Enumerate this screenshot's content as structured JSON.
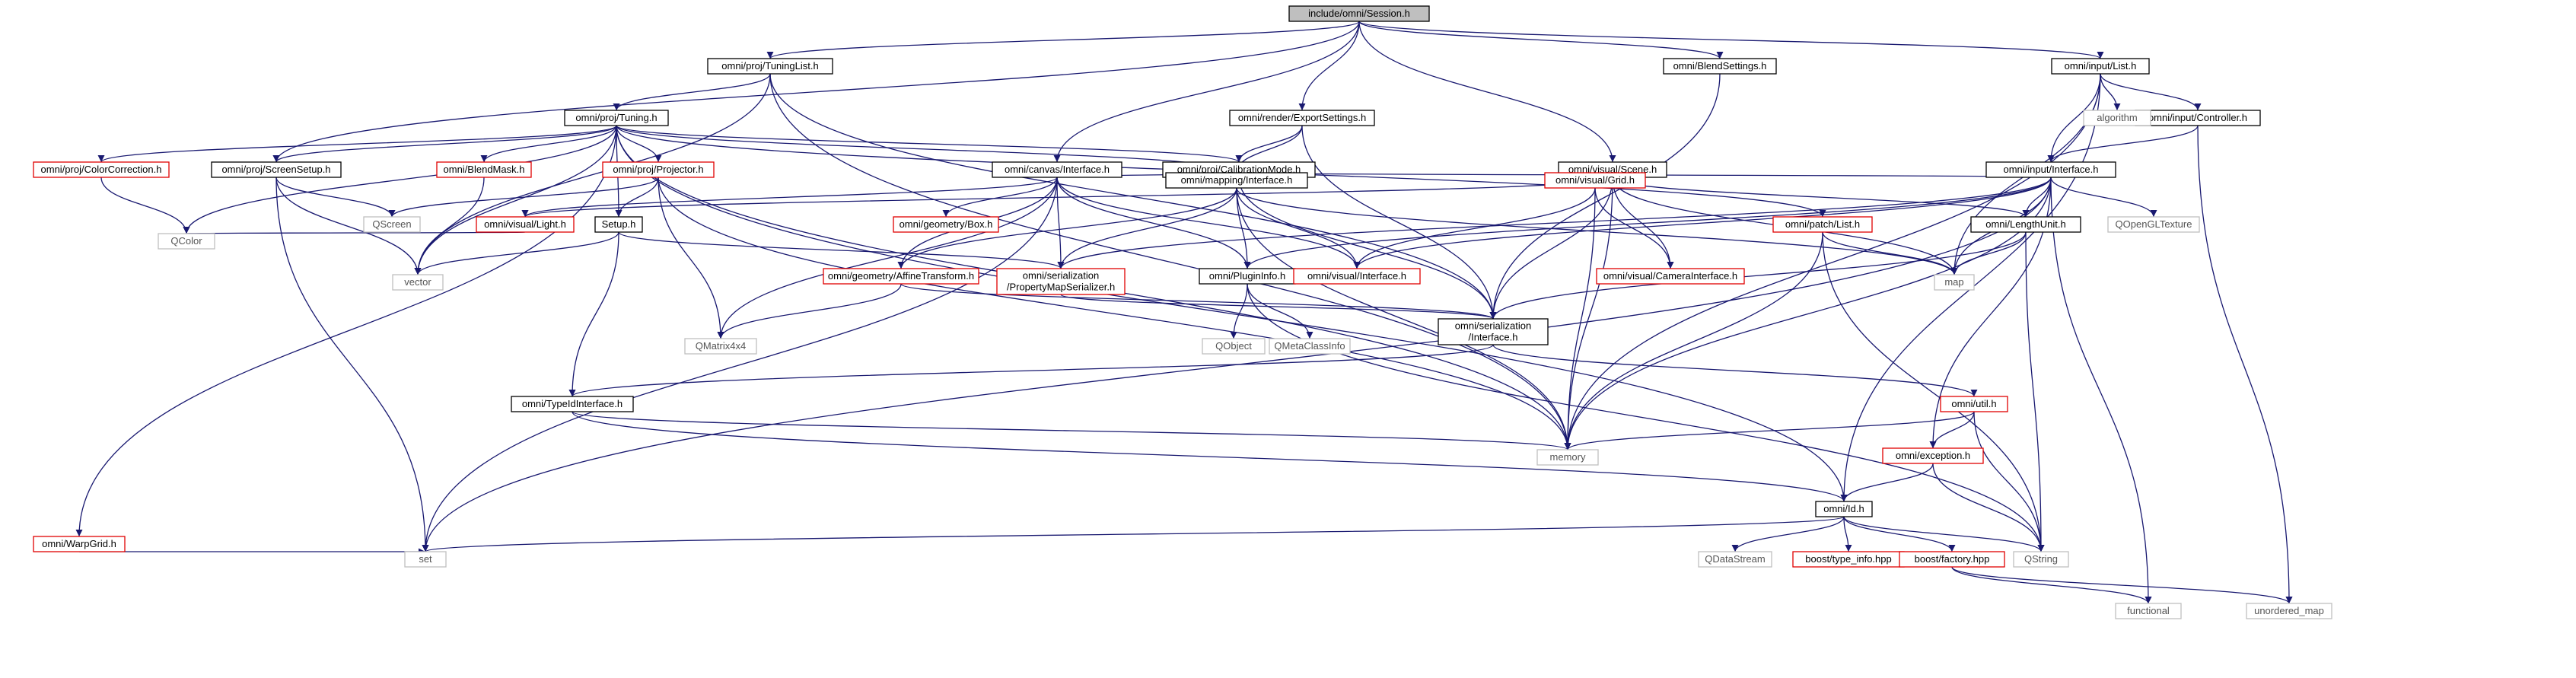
{
  "diagram": {
    "nodes": [
      {
        "id": "session",
        "label": "include/omni/Session.h",
        "kind": "root"
      },
      {
        "id": "tuninglist",
        "label": "omni/proj/TuningList.h",
        "kind": "normal"
      },
      {
        "id": "tuning",
        "label": "omni/proj/Tuning.h",
        "kind": "normal"
      },
      {
        "id": "screensetup",
        "label": "omni/proj/ScreenSetup.h",
        "kind": "normal"
      },
      {
        "id": "colorcorrection",
        "label": "omni/proj/ColorCorrection.h",
        "kind": "red"
      },
      {
        "id": "blendmask",
        "label": "omni/BlendMask.h",
        "kind": "red"
      },
      {
        "id": "projector",
        "label": "omni/proj/Projector.h",
        "kind": "red"
      },
      {
        "id": "calibmode",
        "label": "omni/proj/CalibrationMode.h",
        "kind": "normal"
      },
      {
        "id": "exportsettings",
        "label": "omni/render/ExportSettings.h",
        "kind": "normal"
      },
      {
        "id": "canvas",
        "label": "omni/canvas/Interface.h",
        "kind": "normal"
      },
      {
        "id": "box",
        "label": "omni/geometry/Box.h",
        "kind": "red"
      },
      {
        "id": "mapping",
        "label": "omni/mapping/Interface.h",
        "kind": "normal"
      },
      {
        "id": "affine",
        "label": "omni/geometry/AffineTransform.h",
        "kind": "red"
      },
      {
        "id": "pmserializer",
        "label": [
          "omni/serialization",
          "/PropertyMapSerializer.h"
        ],
        "kind": "red"
      },
      {
        "id": "plugininfo",
        "label": "omni/PluginInfo.h",
        "kind": "normal"
      },
      {
        "id": "visualiface",
        "label": "omni/visual/Interface.h",
        "kind": "red"
      },
      {
        "id": "blendsettings",
        "label": "omni/BlendSettings.h",
        "kind": "normal"
      },
      {
        "id": "scene",
        "label": "omni/visual/Scene.h",
        "kind": "normal"
      },
      {
        "id": "grid",
        "label": "omni/visual/Grid.h",
        "kind": "red"
      },
      {
        "id": "camera",
        "label": "omni/visual/CameraInterface.h",
        "kind": "red"
      },
      {
        "id": "light",
        "label": "omni/visual/Light.h",
        "kind": "red"
      },
      {
        "id": "setup",
        "label": "Setup.h",
        "kind": "normal"
      },
      {
        "id": "inputlist",
        "label": "omni/input/List.h",
        "kind": "normal"
      },
      {
        "id": "controller",
        "label": "omni/input/Controller.h",
        "kind": "normal"
      },
      {
        "id": "inputiface",
        "label": "omni/input/Interface.h",
        "kind": "normal"
      },
      {
        "id": "patchlist",
        "label": "omni/patch/List.h",
        "kind": "red"
      },
      {
        "id": "lengthunit",
        "label": "omni/LengthUnit.h",
        "kind": "normal"
      },
      {
        "id": "serialiface",
        "label": [
          "omni/serialization",
          "/Interface.h"
        ],
        "kind": "normal"
      },
      {
        "id": "typeid",
        "label": "omni/TypeIdInterface.h",
        "kind": "normal"
      },
      {
        "id": "util",
        "label": "omni/util.h",
        "kind": "red"
      },
      {
        "id": "exception",
        "label": "omni/exception.h",
        "kind": "red"
      },
      {
        "id": "id",
        "label": "omni/Id.h",
        "kind": "normal"
      },
      {
        "id": "warpgrid",
        "label": "omni/WarpGrid.h",
        "kind": "red"
      },
      {
        "id": "typeinfo",
        "label": "boost/type_info.hpp",
        "kind": "red"
      },
      {
        "id": "factory",
        "label": "boost/factory.hpp",
        "kind": "red"
      },
      {
        "id": "qcolor",
        "label": "QColor",
        "kind": "plain"
      },
      {
        "id": "qscreen",
        "label": "QScreen",
        "kind": "plain"
      },
      {
        "id": "vector",
        "label": "vector",
        "kind": "plain"
      },
      {
        "id": "qmatrix",
        "label": "QMatrix4x4",
        "kind": "plain"
      },
      {
        "id": "set",
        "label": "set",
        "kind": "plain"
      },
      {
        "id": "memory",
        "label": "memory",
        "kind": "plain"
      },
      {
        "id": "qobject",
        "label": "QObject",
        "kind": "plain"
      },
      {
        "id": "qmeta",
        "label": "QMetaClassInfo",
        "kind": "plain"
      },
      {
        "id": "map",
        "label": "map",
        "kind": "plain"
      },
      {
        "id": "algorithm",
        "label": "algorithm",
        "kind": "plain"
      },
      {
        "id": "qogltex",
        "label": "QOpenGLTexture",
        "kind": "plain"
      },
      {
        "id": "qstring",
        "label": "QString",
        "kind": "plain"
      },
      {
        "id": "qdatastream",
        "label": "QDataStream",
        "kind": "plain"
      },
      {
        "id": "functional",
        "label": "functional",
        "kind": "plain"
      },
      {
        "id": "unordered",
        "label": "unordered_map",
        "kind": "plain"
      }
    ],
    "edges": [
      [
        "session",
        "tuninglist"
      ],
      [
        "session",
        "screensetup"
      ],
      [
        "session",
        "canvas"
      ],
      [
        "session",
        "exportsettings"
      ],
      [
        "session",
        "scene"
      ],
      [
        "session",
        "blendsettings"
      ],
      [
        "session",
        "inputlist"
      ],
      [
        "tuninglist",
        "tuning"
      ],
      [
        "tuninglist",
        "memory"
      ],
      [
        "tuninglist",
        "serialiface"
      ],
      [
        "tuninglist",
        "vector"
      ],
      [
        "tuning",
        "colorcorrection"
      ],
      [
        "tuning",
        "screensetup"
      ],
      [
        "tuning",
        "blendmask"
      ],
      [
        "tuning",
        "projector"
      ],
      [
        "tuning",
        "setup"
      ],
      [
        "tuning",
        "calibmode"
      ],
      [
        "tuning",
        "mapping"
      ],
      [
        "tuning",
        "patchlist"
      ],
      [
        "tuning",
        "warpgrid"
      ],
      [
        "tuning",
        "qcolor"
      ],
      [
        "tuning",
        "vector"
      ],
      [
        "tuning",
        "id"
      ],
      [
        "tuning",
        "memory"
      ],
      [
        "screensetup",
        "qscreen"
      ],
      [
        "screensetup",
        "vector"
      ],
      [
        "screensetup",
        "set"
      ],
      [
        "colorcorrection",
        "qcolor"
      ],
      [
        "blendmask",
        "vector"
      ],
      [
        "projector",
        "qscreen"
      ],
      [
        "projector",
        "setup"
      ],
      [
        "projector",
        "qmatrix"
      ],
      [
        "projector",
        "memory"
      ],
      [
        "calibmode",
        "mapping"
      ],
      [
        "calibmode",
        "serialiface"
      ],
      [
        "exportsettings",
        "calibmode"
      ],
      [
        "exportsettings",
        "mapping"
      ],
      [
        "exportsettings",
        "serialiface"
      ],
      [
        "canvas",
        "box"
      ],
      [
        "canvas",
        "mapping"
      ],
      [
        "canvas",
        "affine"
      ],
      [
        "canvas",
        "pmserializer"
      ],
      [
        "canvas",
        "plugininfo"
      ],
      [
        "canvas",
        "visualiface"
      ],
      [
        "canvas",
        "qmatrix"
      ],
      [
        "canvas",
        "set"
      ],
      [
        "canvas",
        "light"
      ],
      [
        "mapping",
        "affine"
      ],
      [
        "mapping",
        "pmserializer"
      ],
      [
        "mapping",
        "plugininfo"
      ],
      [
        "mapping",
        "visualiface"
      ],
      [
        "mapping",
        "memory"
      ],
      [
        "mapping",
        "map"
      ],
      [
        "affine",
        "qmatrix"
      ],
      [
        "affine",
        "serialiface"
      ],
      [
        "pmserializer",
        "serialiface"
      ],
      [
        "plugininfo",
        "qobject"
      ],
      [
        "plugininfo",
        "qmeta"
      ],
      [
        "plugininfo",
        "qstring"
      ],
      [
        "blendsettings",
        "serialiface"
      ],
      [
        "scene",
        "grid"
      ],
      [
        "scene",
        "camera"
      ],
      [
        "scene",
        "lengthunit"
      ],
      [
        "scene",
        "map"
      ],
      [
        "scene",
        "memory"
      ],
      [
        "scene",
        "serialiface"
      ],
      [
        "scene",
        "light"
      ],
      [
        "grid",
        "camera"
      ],
      [
        "grid",
        "visualiface"
      ],
      [
        "grid",
        "memory"
      ],
      [
        "light",
        "qcolor"
      ],
      [
        "setup",
        "vector"
      ],
      [
        "setup",
        "typeid"
      ],
      [
        "setup",
        "pmserializer"
      ],
      [
        "inputlist",
        "algorithm"
      ],
      [
        "inputlist",
        "controller"
      ],
      [
        "inputlist",
        "inputiface"
      ],
      [
        "inputlist",
        "map"
      ],
      [
        "inputlist",
        "memory"
      ],
      [
        "inputlist",
        "id"
      ],
      [
        "controller",
        "inputiface"
      ],
      [
        "controller",
        "unordered"
      ],
      [
        "inputiface",
        "mapping"
      ],
      [
        "inputiface",
        "pmserializer"
      ],
      [
        "inputiface",
        "plugininfo"
      ],
      [
        "inputiface",
        "visualiface"
      ],
      [
        "inputiface",
        "qogltex"
      ],
      [
        "inputiface",
        "map"
      ],
      [
        "inputiface",
        "memory"
      ],
      [
        "inputiface",
        "exception"
      ],
      [
        "inputiface",
        "functional"
      ],
      [
        "inputiface",
        "lengthunit"
      ],
      [
        "inputiface",
        "set"
      ],
      [
        "patchlist",
        "map"
      ],
      [
        "patchlist",
        "qstring"
      ],
      [
        "patchlist",
        "memory"
      ],
      [
        "lengthunit",
        "map"
      ],
      [
        "lengthunit",
        "serialiface"
      ],
      [
        "lengthunit",
        "qstring"
      ],
      [
        "serialiface",
        "typeid"
      ],
      [
        "serialiface",
        "util"
      ],
      [
        "typeid",
        "memory"
      ],
      [
        "typeid",
        "id"
      ],
      [
        "util",
        "memory"
      ],
      [
        "util",
        "exception"
      ],
      [
        "util",
        "qstring"
      ],
      [
        "exception",
        "id"
      ],
      [
        "exception",
        "qstring"
      ],
      [
        "id",
        "set"
      ],
      [
        "id",
        "qdatastream"
      ],
      [
        "id",
        "typeinfo"
      ],
      [
        "id",
        "factory"
      ],
      [
        "id",
        "qstring"
      ],
      [
        "warpgrid",
        "set"
      ],
      [
        "factory",
        "functional"
      ],
      [
        "factory",
        "unordered"
      ]
    ]
  }
}
